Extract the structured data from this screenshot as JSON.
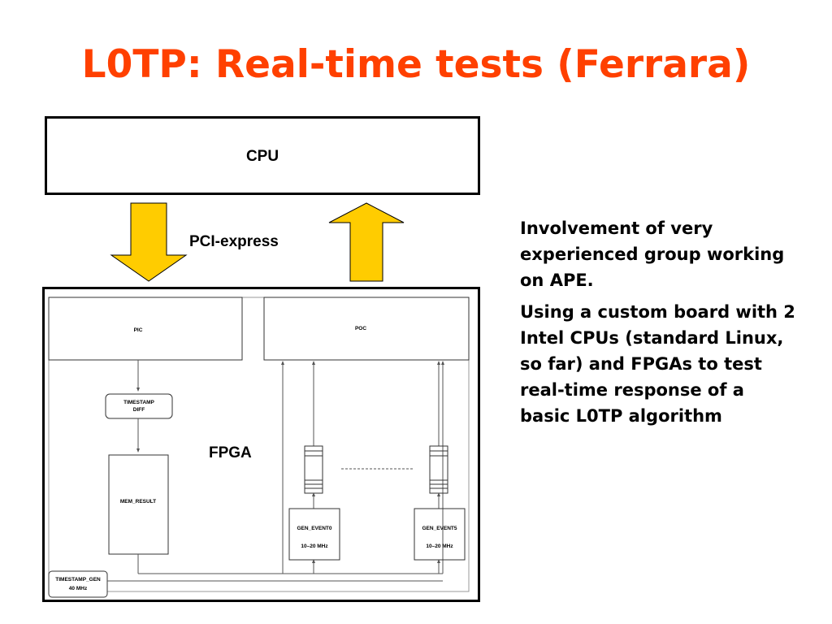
{
  "title": "L0TP: Real-time tests (Ferrara)",
  "diagram": {
    "cpu_label": "CPU",
    "link_label": "PCI-express",
    "fpga_label": "FPGA",
    "blocks": {
      "pic": "PIC",
      "poc": "POC",
      "timestamp_diff_line1": "TIMESTAMP",
      "timestamp_diff_line2": "DIFF",
      "mem_result": "MEM_RESULT",
      "gen_event0": "GEN_EVENT0",
      "gen_event0_freq": "10–20 MHz",
      "gen_event5": "GEN_EVENT5",
      "gen_event5_freq": "10–20 MHz",
      "timestamp_gen": "TIMESTAMP_GEN",
      "timestamp_gen_freq": "40 MHz"
    },
    "colors": {
      "arrow_fill": "#ffcc00",
      "title": "#ff4000"
    }
  },
  "bullets": [
    "Involvement of very experienced group working on APE.",
    "Using a custom board with 2 Intel CPUs (standard Linux, so far) and FPGAs to test real-time response of a basic L0TP algorithm"
  ]
}
